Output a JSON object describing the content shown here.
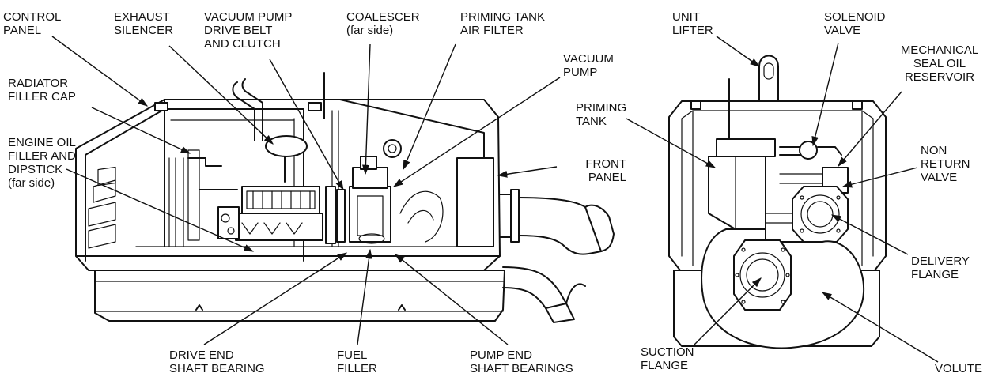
{
  "labels": {
    "control_panel": [
      "CONTROL",
      "PANEL"
    ],
    "exhaust_silencer": [
      "EXHAUST",
      "SILENCER"
    ],
    "vacuum_pump_drive": [
      "VACUUM PUMP",
      "DRIVE BELT",
      "AND CLUTCH"
    ],
    "coalescer": [
      "COALESCER",
      "(far side)"
    ],
    "priming_tank_air_filter": [
      "PRIMING TANK",
      "AIR FILTER"
    ],
    "vacuum_pump": [
      "VACUUM",
      "PUMP"
    ],
    "radiator_filler_cap": [
      "RADIATOR",
      "FILLER CAP"
    ],
    "engine_oil_filler": [
      "ENGINE OIL",
      "FILLER AND",
      "DIPSTICK",
      "(far side)"
    ],
    "front_panel": [
      "FRONT",
      "PANEL"
    ],
    "drive_end_bearing": [
      "DRIVE END",
      "SHAFT BEARING"
    ],
    "fuel_filler": [
      "FUEL",
      "FILLER"
    ],
    "pump_end_bearings": [
      "PUMP END",
      "SHAFT BEARINGS"
    ],
    "unit_lifter": [
      "UNIT",
      "LIFTER"
    ],
    "solenoid_valve": [
      "SOLENOID",
      "VALVE"
    ],
    "mechanical_seal": [
      "MECHANICAL",
      "SEAL OIL",
      "RESERVOIR"
    ],
    "priming_tank": [
      "PRIMING",
      "TANK"
    ],
    "non_return_valve": [
      "NON",
      "RETURN",
      "VALVE"
    ],
    "delivery_flange": [
      "DELIVERY",
      "FLANGE"
    ],
    "suction_flange": [
      "SUCTION",
      "FLANGE"
    ],
    "volute": [
      "VOLUTE"
    ]
  }
}
